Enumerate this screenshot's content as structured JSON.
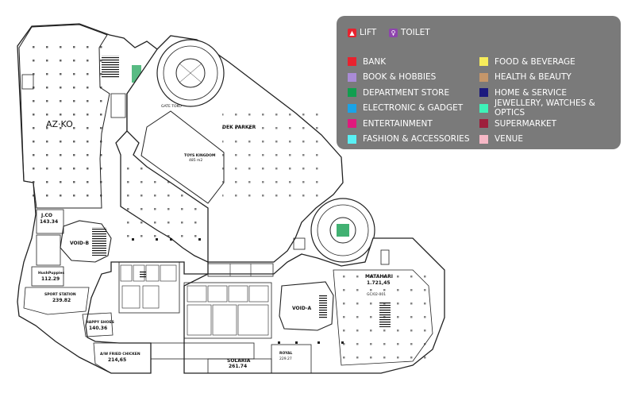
{
  "legend": {
    "facilities": [
      {
        "label": "LIFT",
        "icon": "lift-icon",
        "color": "#e8222e",
        "glyph": "▲"
      },
      {
        "label": "TOILET",
        "icon": "toilet-icon",
        "color": "#8e44ad",
        "glyph": "♀"
      }
    ],
    "categories": [
      {
        "label": "BANK",
        "color": "#e8222e"
      },
      {
        "label": "BOOK & HOBBIES",
        "color": "#a98bd6"
      },
      {
        "label": "DEPARTMENT STORE",
        "color": "#119e4f"
      },
      {
        "label": "ELECTRONIC & GADGET",
        "color": "#1aa3e8"
      },
      {
        "label": "ENTERTAINMENT",
        "color": "#e0197d"
      },
      {
        "label": "FASHION & ACCESSORIES",
        "color": "#58f0f4"
      },
      {
        "label": "FOOD & BEVERAGE",
        "color": "#f6ec5a"
      },
      {
        "label": "HEALTH & BEAUTY",
        "color": "#c4966a"
      },
      {
        "label": "HOME & SERVICE",
        "color": "#1c1a7e"
      },
      {
        "label": "JEWELLERY, WATCHES & OPTICS",
        "color": "#3ef2b8"
      },
      {
        "label": "SUPERMARKET",
        "color": "#9e1f3c"
      },
      {
        "label": "VENUE",
        "color": "#f6b8c6"
      }
    ]
  },
  "map": {
    "stores": {
      "azko": "AZ·KO",
      "dek_parker": "DEK PARKER",
      "toys_kingdom": "TOYS KINGDOM",
      "toys_kingdom_area": "485 m2",
      "jco": "J.CO",
      "jco_area": "143.34",
      "void_b": "VOID-B",
      "void_a": "VOID-A",
      "hush_puppies": "HushPuppies",
      "hush_puppies_area": "112.29",
      "sport_station": "SPORT STATION",
      "sport_station_area": "239.82",
      "happy_shoes": "HAPPY SHOES",
      "happy_shoes_area": "140.36",
      "aw_fried_chicken": "A/W FRIED CHICKEN",
      "aw_area": "214,65",
      "matahari": "MATAHARI",
      "matahari_area": "1.721,45",
      "matahari_unit": "GC/02-001",
      "solaria": "SOLARIA",
      "solaria_area": "261.74",
      "royal": "ROYAL",
      "royal_area": "229.27"
    }
  }
}
